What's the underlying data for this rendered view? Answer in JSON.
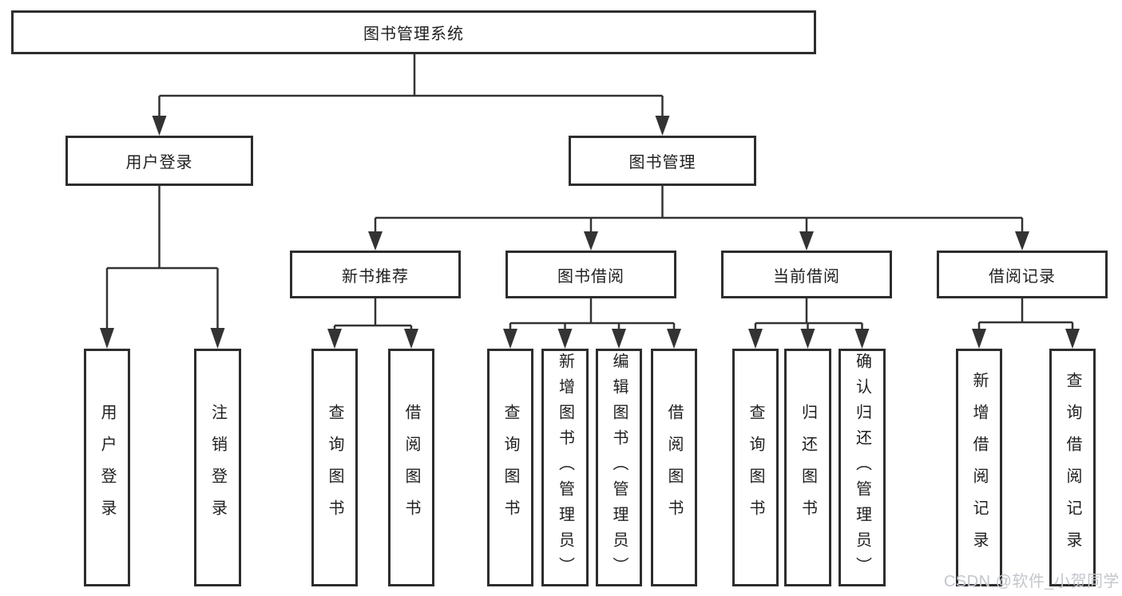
{
  "tree": {
    "root": {
      "label": "图书管理系统"
    },
    "branches": [
      {
        "label": "用户登录",
        "children": [
          {
            "label": "用户登录"
          },
          {
            "label": "注销登录"
          }
        ]
      },
      {
        "label": "图书管理",
        "children": [
          {
            "label": "新书推荐",
            "children": [
              {
                "label": "查询图书"
              },
              {
                "label": "借阅图书"
              }
            ]
          },
          {
            "label": "图书借阅",
            "children": [
              {
                "label": "查询图书"
              },
              {
                "label": "新增图书（管理员）"
              },
              {
                "label": "编辑图书（管理员）"
              },
              {
                "label": "借阅图书"
              }
            ]
          },
          {
            "label": "当前借阅",
            "children": [
              {
                "label": "查询图书"
              },
              {
                "label": "归还图书"
              },
              {
                "label": "确认归还（管理员）"
              }
            ]
          },
          {
            "label": "借阅记录",
            "children": [
              {
                "label": "新增借阅记录"
              },
              {
                "label": "查询借阅记录"
              }
            ]
          }
        ]
      }
    ]
  },
  "watermark": {
    "text": "CSDN @软件_小贺同学"
  },
  "colors": {
    "line": "#333333",
    "box_border": "#2d2d2d",
    "text": "#1f1f1f",
    "watermark": "#c3c7cd",
    "background": "#ffffff"
  }
}
